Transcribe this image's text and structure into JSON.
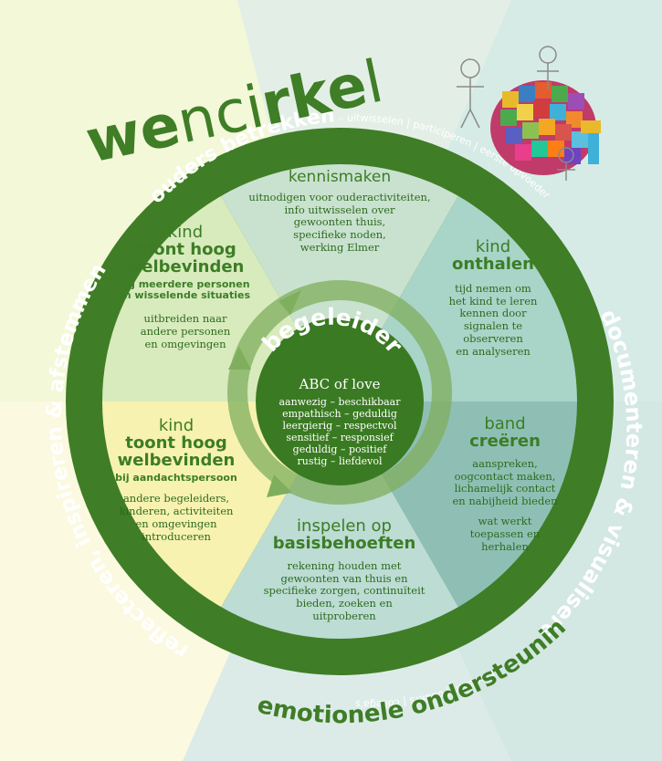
{
  "title": {
    "light1": "we",
    "light2": "nci",
    "bold": "rke",
    "light3": "l"
  },
  "ring": {
    "top_bold": "ouders betrekken",
    "top_light": "– uitwisselen | participeren | eerste opvoeder",
    "right_bold": "documenteren & visualiseren",
    "right_light": "– kinderen | ouders | collega's",
    "left_light": "reflecteren, inspireren & afstemmen",
    "bottom_outer": "emotionele ondersteuning"
  },
  "center": {
    "title": "begeleider",
    "subtitle": "ABC of love",
    "lines": [
      "aanwezig – beschikbaar",
      "empathisch – geduldig",
      "leergierig – respectvol",
      "sensitief – responsief",
      "geduldig – positief",
      "rustig – liefdevol"
    ]
  },
  "segments": {
    "kennismaken": {
      "title": "kennismaken",
      "text": [
        "uitnodigen voor ouderactiviteiten,",
        "info uitwisselen over",
        "gewoonten thuis,",
        "specifieke noden,",
        "werking Elmer"
      ]
    },
    "onthalen": {
      "title_1": "kind",
      "title_2": "onthalen",
      "text": [
        "tijd nemen om",
        "het kind te leren",
        "kennen door",
        "signalen te",
        "observeren",
        "en analyseren"
      ]
    },
    "band": {
      "title_1": "band",
      "title_2": "creëren",
      "text": [
        "aanspreken,",
        "oogcontact maken,",
        "lichamelijk contact",
        "en nabijheid bieden"
      ],
      "text2": [
        "wat werkt",
        "toepassen en",
        "herhalen"
      ]
    },
    "inspelen": {
      "title_1": "inspelen op",
      "title_2": "basisbehoeften",
      "text": [
        "rekening houden met",
        "gewoonten van thuis en",
        "specifieke zorgen, continuïteit",
        "bieden, zoeken en",
        "uitproberen"
      ]
    },
    "hoog_aandacht": {
      "title_1": "kind",
      "title_2": "toont hoog",
      "title_3": "welbevinden",
      "sub": "bij aandachtspersoon",
      "text": [
        "andere begeleiders,",
        "kinderen, activiteiten",
        "en omgevingen",
        "introduceren"
      ]
    },
    "hoog_meerdere": {
      "title_1": "kind",
      "title_2": "toont hoog",
      "title_3": "welbevinden",
      "sub": [
        "bij meerdere personen",
        "in wisselende situaties"
      ],
      "text": [
        "uitbreiden naar",
        "andere personen",
        "en omgevingen"
      ]
    }
  },
  "colors": {
    "ring": "#3f7d26",
    "ring_dark": "#2f6a1c",
    "seg_top": "#c9e2cf",
    "seg_upper_right": "#a9d4c8",
    "seg_lower_right": "#8fbfb4",
    "seg_bottom": "#bcdcd4",
    "seg_lower_left": "#f7f2b0",
    "seg_upper_left": "#d8ebbd",
    "center": "#3a7a22",
    "arrow": "#7fae5d"
  },
  "icons": [
    "elephant-icon",
    "children-illustration-icon"
  ]
}
